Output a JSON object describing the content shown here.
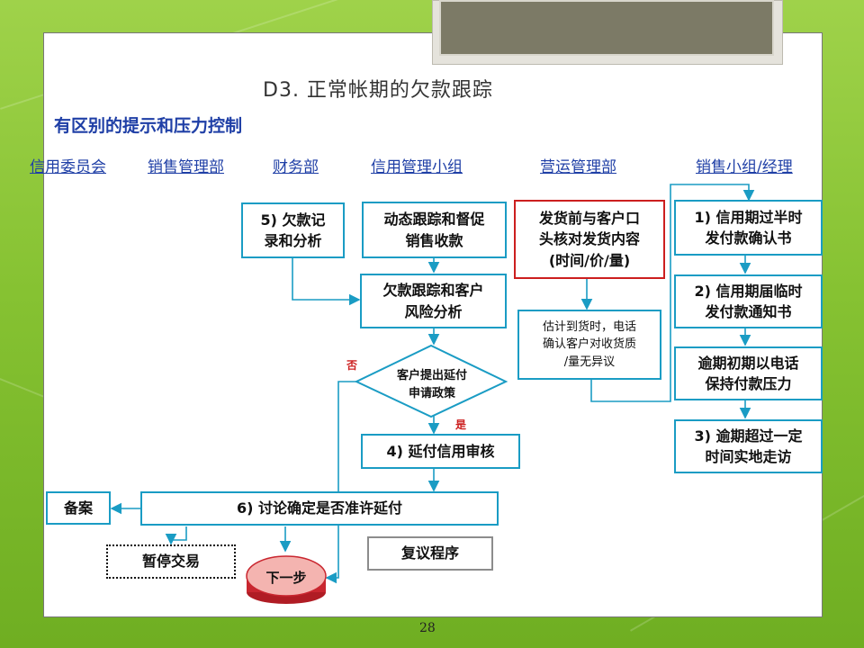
{
  "title": "D3.  正常帐期的欠款跟踪",
  "subtitle": "有区别的提示和压力控制",
  "departments": [
    "信用委员会",
    "销售管理部",
    "财务部",
    "信用管理小组",
    "营运管理部",
    "销售小组/经理"
  ],
  "nodes": {
    "record_analysis": "5) 欠款记\n录和分析",
    "dynamic_track": "动态跟踪和督促\n销售收款",
    "confirm_delivery": "发货前与客户口\n头核对发货内容\n(时间/价/量)",
    "half_term": "1) 信用期过半时\n发付款确认书",
    "risk_analysis": "欠款跟踪和客户\n风险分析",
    "arrival_call": "估计到货时，电话\n确认客户对收货质\n/量无异议",
    "near_term": "2) 信用期届临时\n发付款通知书",
    "early_overdue": "逾期初期以电话\n保持付款压力",
    "extension_request": "客户提出延付\n申请政策",
    "overdue_visit": "3) 逾期超过一定\n时间实地走访",
    "extension_review": "4) 延付信用审核",
    "record_file": "备案",
    "discuss_decide": "6) 讨论确定是否准许延付",
    "suspend_trade": "暂停交易",
    "review_procedure": "复议程序",
    "next_step": "下一步"
  },
  "labels": {
    "no": "否",
    "yes": "是"
  },
  "page_number": "28",
  "colors": {
    "flow": "#1a9cc4",
    "alert": "#cc1f1f",
    "heading": "#1f3fa6",
    "gray": "#8c8c8c"
  }
}
